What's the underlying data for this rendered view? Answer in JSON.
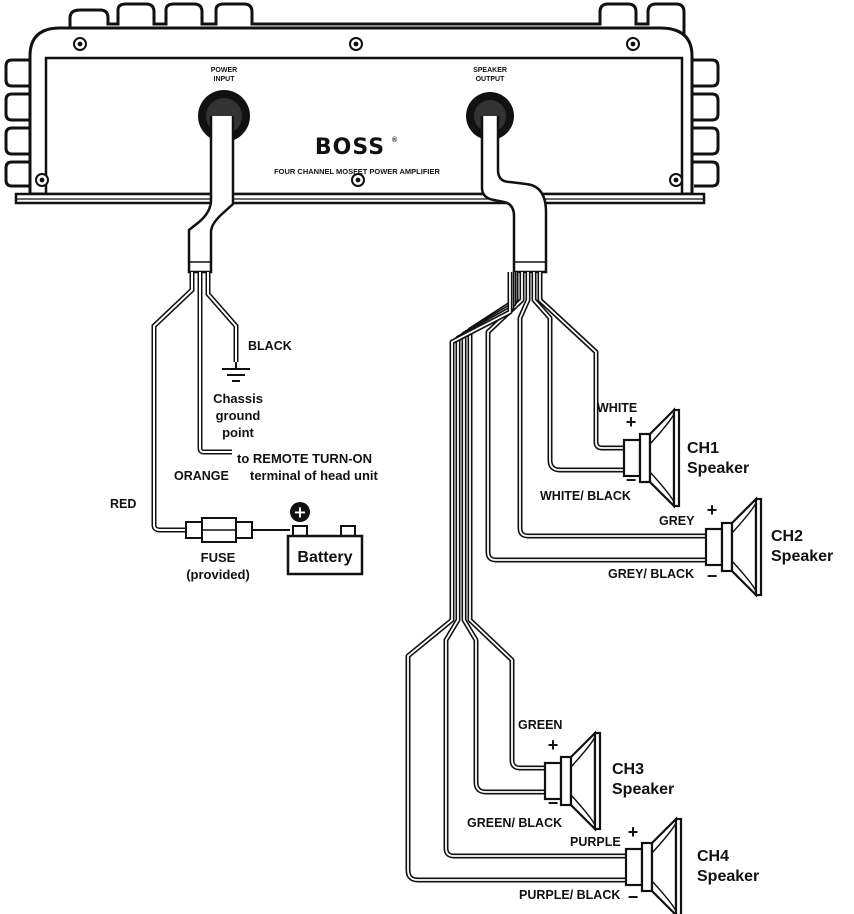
{
  "amplifier": {
    "brand": "BOSS",
    "registered_mark": "®",
    "model_text": "FOUR CHANNEL MOSFET POWER AMPLIFIER",
    "power_input_label_1": "POWER",
    "power_input_label_2": "INPUT",
    "speaker_output_label_1": "SPEAKER",
    "speaker_output_label_2": "OUTPUT"
  },
  "power_wiring": {
    "black_label": "BLACK",
    "chassis_1": "Chassis",
    "chassis_2": "ground",
    "chassis_3": "point",
    "remote_1": "to REMOTE TURN-ON",
    "remote_2": "terminal of head unit",
    "orange_label": "ORANGE",
    "red_label": "RED",
    "fuse_1": "FUSE",
    "fuse_2": "(provided)",
    "battery_label": "Battery",
    "battery_plus": "+"
  },
  "speakers": {
    "ch1": {
      "title_1": "CH1",
      "title_2": "Speaker",
      "pos_wire": "WHITE",
      "neg_wire": "WHITE/ BLACK"
    },
    "ch2": {
      "title_1": "CH2",
      "title_2": "Speaker",
      "pos_wire": "GREY",
      "neg_wire": "GREY/ BLACK"
    },
    "ch3": {
      "title_1": "CH3",
      "title_2": "Speaker",
      "pos_wire": "GREEN",
      "neg_wire": "GREEN/ BLACK"
    },
    "ch4": {
      "title_1": "CH4",
      "title_2": "Speaker",
      "pos_wire": "PURPLE",
      "neg_wire": "PURPLE/ BLACK"
    },
    "plus_sign": "+",
    "minus_sign": "−"
  }
}
